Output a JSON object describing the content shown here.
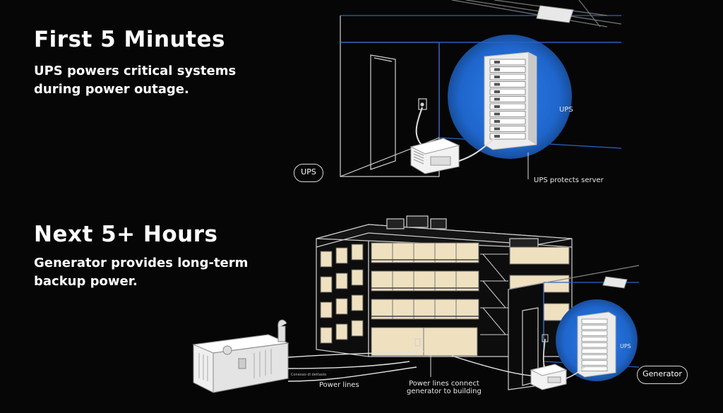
{
  "top": {
    "heading": "First 5 Minutes",
    "body": "UPS powers critical systems during power outage.",
    "pill_label": "UPS",
    "server_glow_label": "UPS",
    "callout": "UPS protects server"
  },
  "bottom": {
    "heading": "Next 5+ Hours",
    "body": "Generator provides long-term backup power.",
    "pill_label": "Generator",
    "server_glow_label": "UPS",
    "power_lines_label": "Power lines",
    "connect_label_line1": "Power lines connect",
    "connect_label_line2": "generator to building",
    "tiny_label": "Conexao di dettaolo"
  },
  "colors": {
    "background": "#060606",
    "glow": "#1f6fd6",
    "room_line": "#2b63c6",
    "window_light": "#efe1c0"
  }
}
